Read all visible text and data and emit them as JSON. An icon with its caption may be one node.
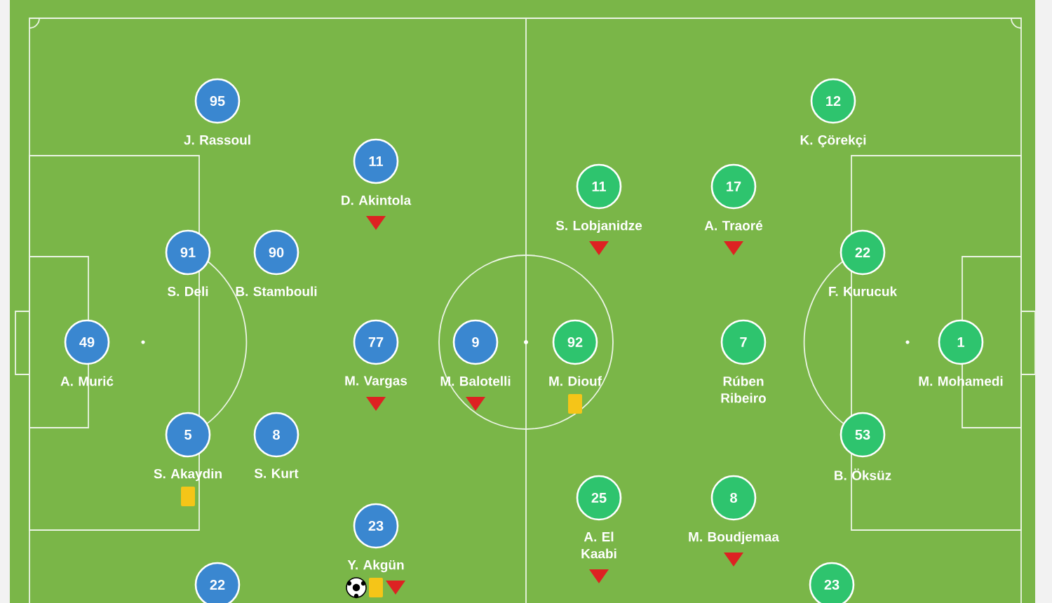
{
  "diagram": {
    "nodes": [
      {
        "text": [
          "95"
        ],
        "beside": [
          "J. Rassoul"
        ]
      },
      {
        "text": [
          "11"
        ],
        "beside": [
          "D. Akintola"
        ]
      },
      {
        "text": [
          "91"
        ],
        "beside": [
          "S. Deli"
        ]
      },
      {
        "text": [
          "90"
        ],
        "beside": [
          "B. Stambouli"
        ]
      },
      {
        "text": [
          "49"
        ],
        "beside": [
          "A. Murić"
        ]
      },
      {
        "text": [
          "77"
        ],
        "beside": [
          "M. Vargas"
        ]
      },
      {
        "text": [
          "9"
        ],
        "beside": [
          "M. Balotelli"
        ]
      },
      {
        "text": [
          "5"
        ],
        "beside": [
          "S. Akaydin"
        ]
      },
      {
        "text": [
          "8"
        ],
        "beside": [
          "S. Kurt"
        ]
      },
      {
        "text": [
          "23"
        ],
        "beside": [
          "Y. Akgün"
        ]
      },
      {
        "text": [
          "22"
        ]
      },
      {
        "text": [
          "12"
        ],
        "beside": [
          "K. Çörekçi"
        ]
      },
      {
        "text": [
          "11"
        ],
        "beside": [
          "S. Lobjanidze"
        ]
      },
      {
        "text": [
          "17"
        ],
        "beside": [
          "A. Traoré"
        ]
      },
      {
        "text": [
          "22"
        ],
        "beside": [
          "F. Kurucuk"
        ]
      },
      {
        "text": [
          "92"
        ],
        "beside": [
          "M. Diouf"
        ]
      },
      {
        "text": [
          "7"
        ],
        "beside": [
          "Rúben Ribeiro"
        ]
      },
      {
        "text": [
          "1"
        ],
        "beside": [
          "M. Mohamedi"
        ]
      },
      {
        "text": [
          "53"
        ],
        "beside": [
          "B. Öksüz"
        ]
      },
      {
        "text": [
          "25"
        ],
        "beside": [
          "A. El Kaabi"
        ]
      },
      {
        "text": [
          "8"
        ],
        "beside": [
          "M. Boudjemaa"
        ]
      },
      {
        "text": [
          "23"
        ]
      }
    ]
  }
}
